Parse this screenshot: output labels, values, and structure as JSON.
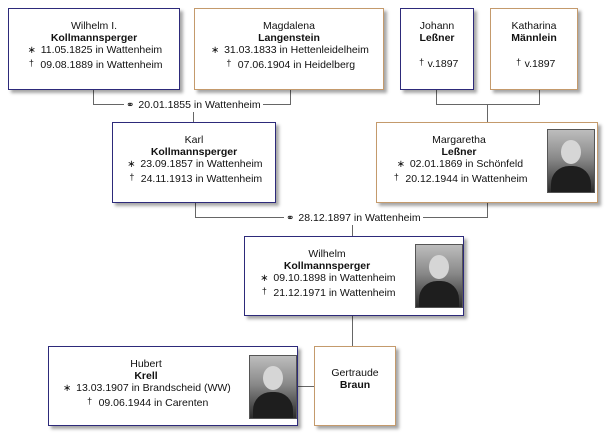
{
  "symbols": {
    "birth": "∗",
    "death": "†",
    "marriage": "⚭"
  },
  "persons": {
    "wilhelm_i": {
      "given": "Wilhelm I.",
      "surname": "Kollmannsperger",
      "birth": "11.05.1825 in Wattenheim",
      "death": "09.08.1889 in Wattenheim"
    },
    "magdalena": {
      "given": "Magdalena",
      "surname": "Langenstein",
      "birth": "31.03.1833 in Hettenleidelheim",
      "death": "07.06.1904 in Heidelberg"
    },
    "johann": {
      "given": "Johann",
      "surname": "Leßner",
      "death": "v.1897"
    },
    "katharina": {
      "given": "Katharina",
      "surname": "Männlein",
      "death": "v.1897"
    },
    "karl": {
      "given": "Karl",
      "surname": "Kollmannsperger",
      "birth": "23.09.1857 in Wattenheim",
      "death": "24.11.1913 in Wattenheim"
    },
    "margaretha": {
      "given": "Margaretha",
      "surname": "Leßner",
      "birth": "02.01.1869 in Schönfeld",
      "death": "20.12.1944 in Wattenheim"
    },
    "wilhelm": {
      "given": "Wilhelm",
      "surname": "Kollmannsperger",
      "birth": "09.10.1898 in Wattenheim",
      "death": "21.12.1971 in Wattenheim"
    },
    "hubert": {
      "given": "Hubert",
      "surname": "Krell",
      "birth": "13.03.1907 in Brandscheid (WW)",
      "death": "09.06.1944 in Carenten"
    },
    "gertraude": {
      "given": "Gertraude",
      "surname": "Braun"
    }
  },
  "marriages": {
    "wilhelm_i_magdalena": "20.01.1855 in Wattenheim",
    "karl_margaretha": "28.12.1897 in Wattenheim"
  }
}
